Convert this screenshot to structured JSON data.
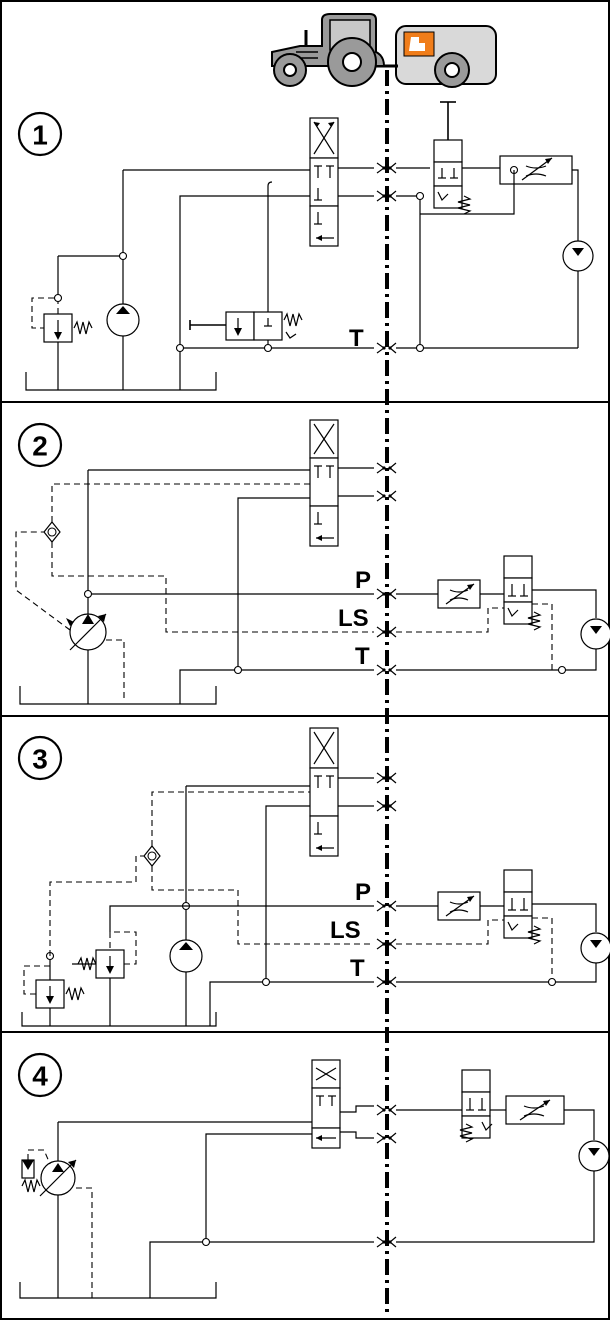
{
  "panels": [
    {
      "number": "1",
      "ports": [
        "T"
      ]
    },
    {
      "number": "2",
      "ports": [
        "P",
        "LS",
        "T"
      ]
    },
    {
      "number": "3",
      "ports": [
        "P",
        "LS",
        "T"
      ]
    },
    {
      "number": "4",
      "ports": []
    }
  ],
  "colors": {
    "line": "#000000",
    "tractor_body": "#9a9a9a",
    "trailer_body": "#d9d9d9",
    "logo": "#f07d1a"
  }
}
